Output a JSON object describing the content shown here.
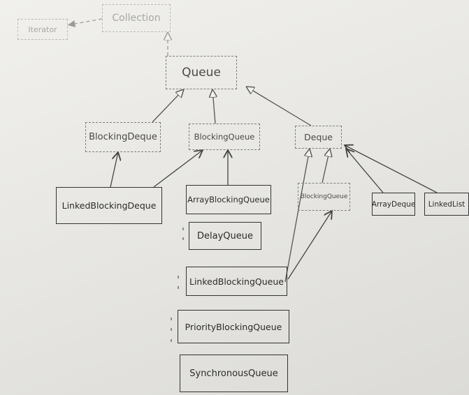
{
  "diagram": {
    "nodes": [
      {
        "id": "collection",
        "label": "Collection",
        "style": "interface-faint"
      },
      {
        "id": "iterator",
        "label": "Iterator",
        "style": "interface-faint"
      },
      {
        "id": "queue",
        "label": "Queue",
        "style": "interface"
      },
      {
        "id": "blocking_deque",
        "label": "BlockingDeque",
        "style": "interface"
      },
      {
        "id": "blocking_queue",
        "label": "BlockingQueue",
        "style": "interface"
      },
      {
        "id": "deque",
        "label": "Deque",
        "style": "interface"
      },
      {
        "id": "linked_blocking_deque",
        "label": "LinkedBlockingDeque",
        "style": "class"
      },
      {
        "id": "array_blocking_queue",
        "label": "ArrayBlockingQueue",
        "style": "class"
      },
      {
        "id": "blocking_queue_2",
        "label": "BlockingQueue",
        "style": "interface"
      },
      {
        "id": "array_deque",
        "label": "ArrayDeque",
        "style": "class"
      },
      {
        "id": "linked_list",
        "label": "LinkedList",
        "style": "class"
      },
      {
        "id": "delay_queue",
        "label": "DelayQueue",
        "style": "class"
      },
      {
        "id": "linked_blocking_queue",
        "label": "LinkedBlockingQueue",
        "style": "class"
      },
      {
        "id": "priority_blocking_queue",
        "label": "PriorityBlockingQueue",
        "style": "class"
      },
      {
        "id": "synchronous_queue",
        "label": "SynchronousQueue",
        "style": "class"
      }
    ],
    "edges": [
      {
        "from": "collection",
        "to": "iterator",
        "kind": "dashed-filled-arrow"
      },
      {
        "from": "queue",
        "to": "collection",
        "kind": "dashed-hollow-triangle"
      },
      {
        "from": "blocking_deque",
        "to": "queue",
        "kind": "hollow-triangle"
      },
      {
        "from": "blocking_queue",
        "to": "queue",
        "kind": "hollow-triangle"
      },
      {
        "from": "deque",
        "to": "queue",
        "kind": "hollow-triangle"
      },
      {
        "from": "linked_blocking_deque",
        "to": "blocking_deque",
        "kind": "open-arrow"
      },
      {
        "from": "array_blocking_queue",
        "to": "blocking_queue",
        "kind": "open-arrow"
      },
      {
        "from": "linked_blocking_deque",
        "to": "blocking_queue",
        "kind": "open-arrow"
      },
      {
        "from": "blocking_queue_2",
        "to": "deque",
        "kind": "hollow-triangle"
      },
      {
        "from": "linked_blocking_queue",
        "to": "deque",
        "kind": "hollow-triangle"
      },
      {
        "from": "linked_blocking_queue",
        "to": "blocking_queue_2",
        "kind": "open-arrow"
      },
      {
        "from": "array_deque",
        "to": "deque",
        "kind": "open-arrow"
      },
      {
        "from": "linked_list",
        "to": "deque",
        "kind": "open-arrow"
      }
    ]
  },
  "colors": {
    "paper": "#e9e8e4",
    "ink": "#333333",
    "faint_ink": "#b0b0b0",
    "edge": "#555555"
  }
}
